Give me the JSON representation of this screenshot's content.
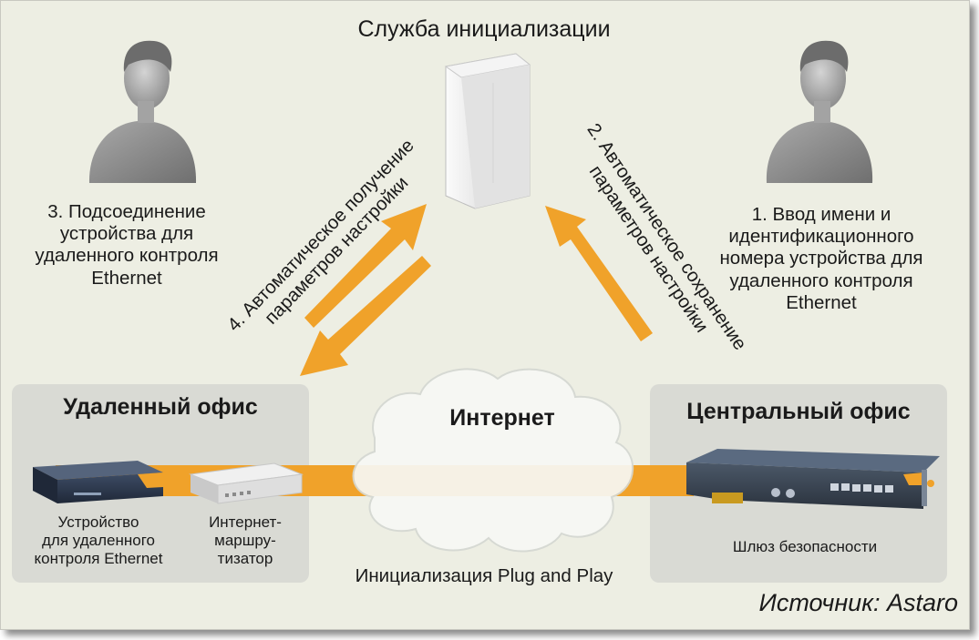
{
  "diagram": {
    "service_title": "Служба инициализации",
    "step1": [
      "1. Ввод имени и",
      "идентификационного",
      "номера устройства для",
      "удаленного контроля",
      "Ethernet"
    ],
    "step2": [
      "2. Автоматическое сохранение",
      "параметров настройки"
    ],
    "step3": [
      "3. Подсоединение",
      "устройства для",
      "удаленного контроля",
      "Ethernet"
    ],
    "step4": [
      "4. Автоматическое получение",
      "параметров настройки"
    ],
    "remote_office": {
      "title": "Удаленный офис",
      "device_label": [
        "Устройство",
        "для удаленного",
        "контроля Ethernet"
      ],
      "router_label": [
        "Интернет-",
        "маршру-",
        "тизатор"
      ]
    },
    "internet_label": "Интернет",
    "central_office": {
      "title": "Центральный офис",
      "gateway_label": "Шлюз безопасности"
    },
    "caption": "Инициализация Plug and Play",
    "source": "Источник: Astaro",
    "colors": {
      "arrow": "#f0a22a",
      "background": "#edeee3",
      "box": "#d9dad4"
    }
  }
}
